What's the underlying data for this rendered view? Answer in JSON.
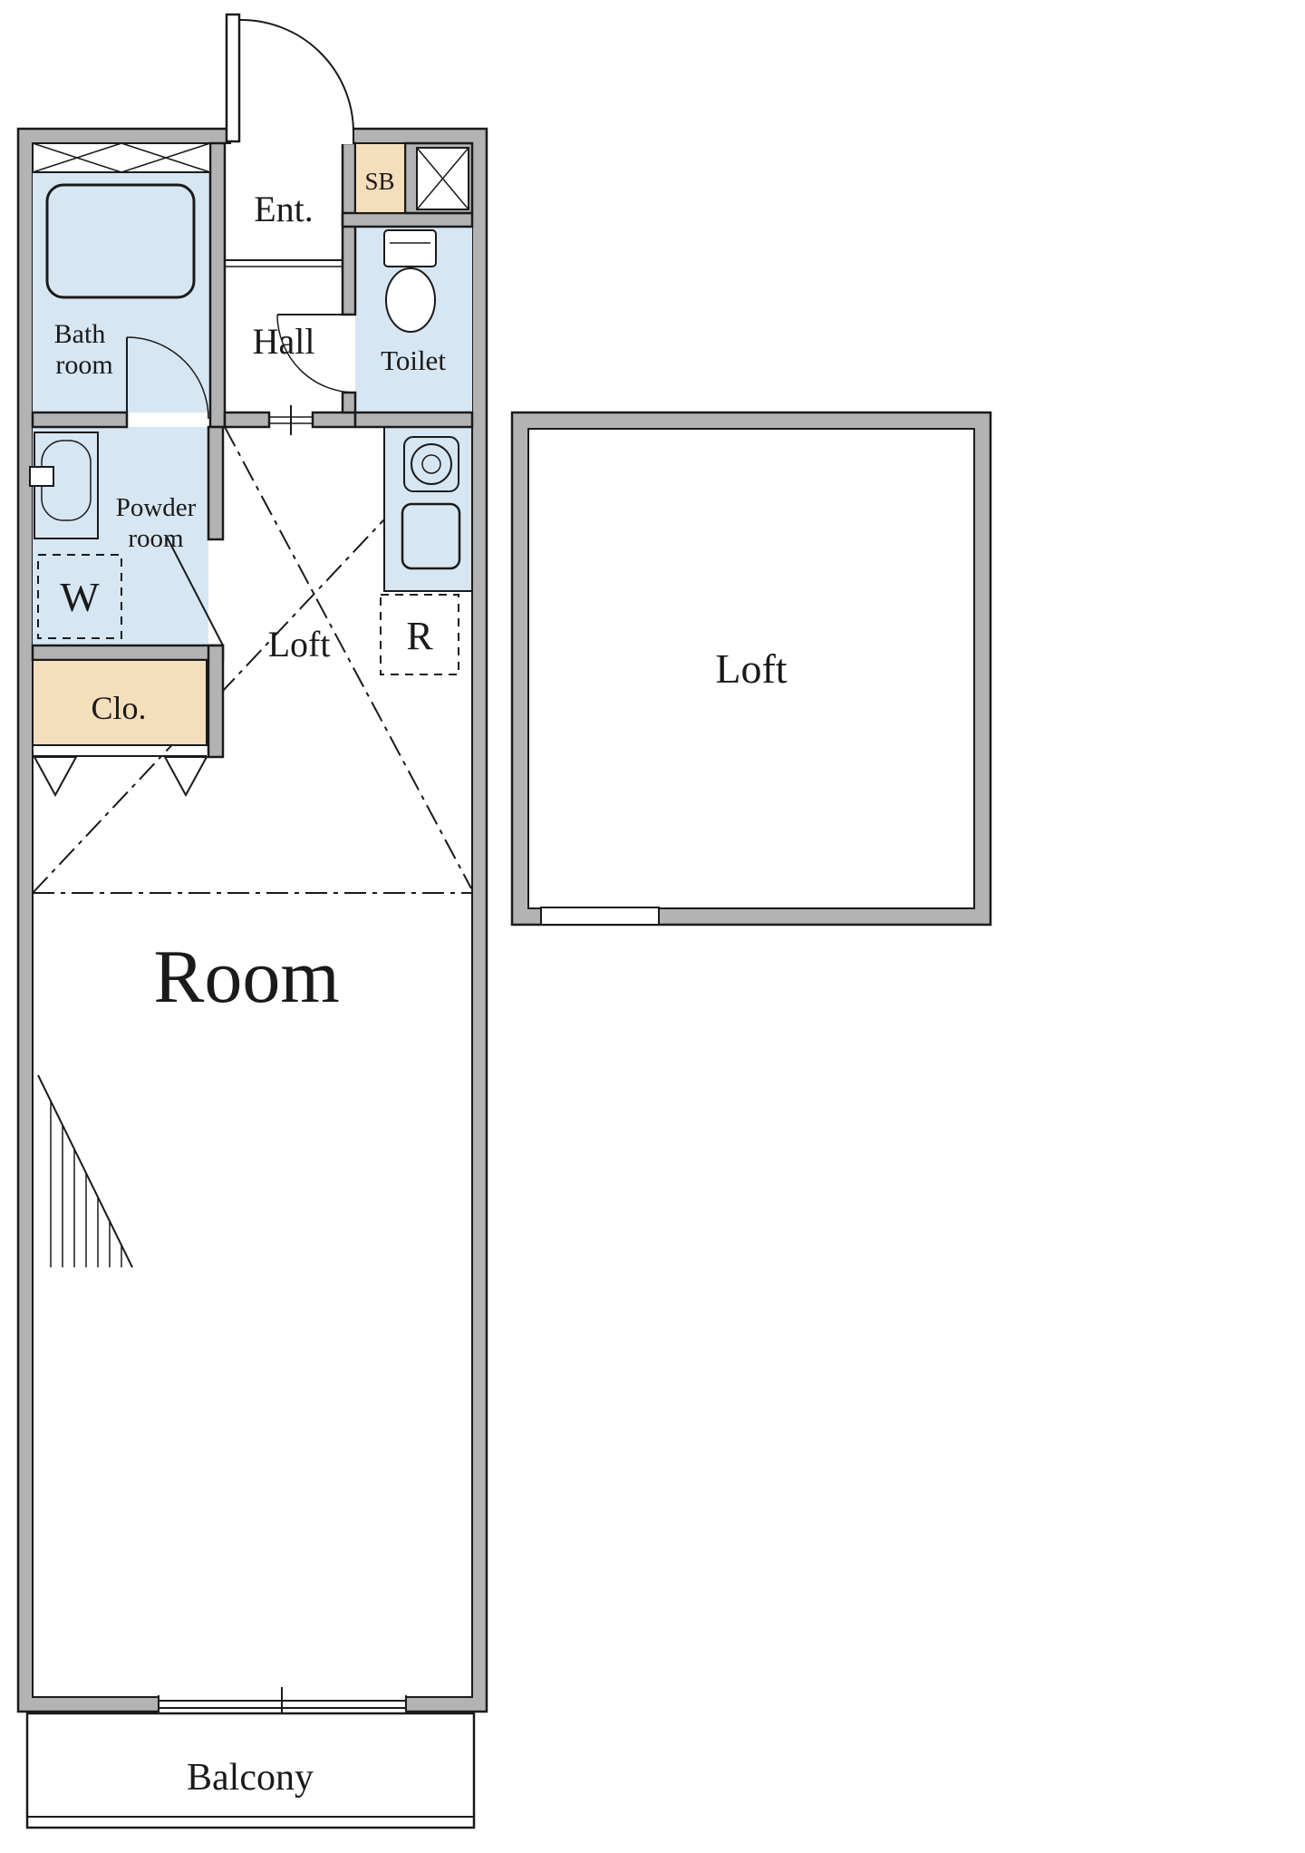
{
  "colors": {
    "wall": "#b3b3b3",
    "blue": "#d6e6f3",
    "beige": "#f5debc",
    "line": "#1a1a1a"
  },
  "main_plan": {
    "entrance_label": "Ent.",
    "shoe_box_label": "SB",
    "bath_label_1": "Bath",
    "bath_label_2": "room",
    "hall_label": "Hall",
    "toilet_label": "Toilet",
    "powder_label_1": "Powder",
    "powder_label_2": "room",
    "washer_label": "W",
    "loft_label": "Loft",
    "fridge_label": "R",
    "closet_label": "Clo.",
    "room_label": "Room",
    "balcony_label": "Balcony"
  },
  "loft_plan": {
    "loft_label": "Loft"
  }
}
